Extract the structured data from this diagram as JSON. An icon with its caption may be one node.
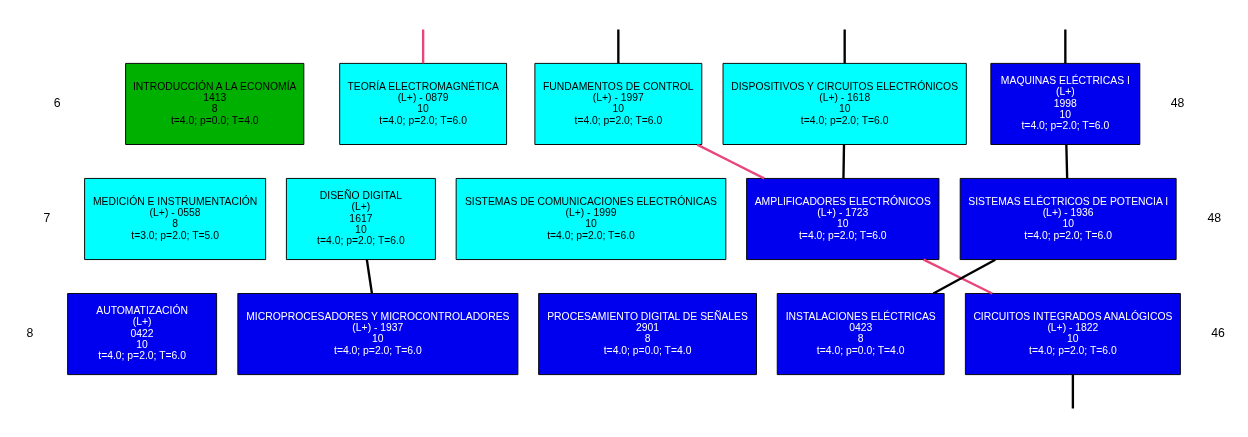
{
  "diagram": {
    "nodes": [
      {
        "text": [
          "INTRODUCCIÓN A LA ECONOMÍA",
          "1413",
          "8",
          "t=4.0; p=0.0; T=4.0"
        ]
      },
      {
        "text": [
          "TEORÍA ELECTROMAGNÉTICA",
          "(L+) - 0879",
          "10",
          "t=4.0; p=2.0; T=6.0"
        ]
      },
      {
        "text": [
          "FUNDAMENTOS DE CONTROL",
          "(L+) - 1997",
          "10",
          "t=4.0; p=2.0; T=6.0"
        ]
      },
      {
        "text": [
          "DISPOSITIVOS Y CIRCUITOS ELECTRÓNICOS",
          "(L+) - 1618",
          "10",
          "t=4.0; p=2.0; T=6.0"
        ]
      },
      {
        "text": [
          "MAQUINAS ELÉCTRICAS I",
          "(L+)",
          "1998",
          "10",
          "t=4.0; p=2.0; T=6.0"
        ]
      },
      {
        "text": [
          "MEDICIÓN E INSTRUMENTACIÓN",
          "(L+) - 0558",
          "8",
          "t=3.0; p=2.0; T=5.0"
        ]
      },
      {
        "text": [
          "DISEÑO DIGITAL",
          "(L+)",
          "1617",
          "10",
          "t=4.0; p=2.0; T=6.0"
        ]
      },
      {
        "text": [
          "SISTEMAS DE COMUNICACIONES ELECTRÓNICAS",
          "(L+) - 1999",
          "10",
          "t=4.0; p=2.0; T=6.0"
        ]
      },
      {
        "text": [
          "AMPLIFICADORES ELECTRÓNICOS",
          "(L+) - 1723",
          "10",
          "t=4.0; p=2.0; T=6.0"
        ]
      },
      {
        "text": [
          "SISTEMAS ELÉCTRICOS DE POTENCIA I",
          "(L+) - 1936",
          "10",
          "t=4.0; p=2.0; T=6.0"
        ]
      },
      {
        "text": [
          "AUTOMATIZACIÓN",
          "(L+)",
          "0422",
          "10",
          "t=4.0; p=2.0; T=6.0"
        ]
      },
      {
        "text": [
          "MICROPROCESADORES Y MICROCONTROLADORES",
          "(L+) - 1937",
          "10",
          "t=4.0; p=2.0; T=6.0"
        ]
      },
      {
        "text": [
          "PROCESAMIENTO DIGITAL DE SEÑALES",
          "2901",
          "8",
          "t=4.0; p=0.0; T=4.0"
        ]
      },
      {
        "text": [
          "INSTALACIONES ELÉCTRICAS",
          "0423",
          "8",
          "t=4.0; p=0.0; T=4.0"
        ]
      },
      {
        "text": [
          "CIRCUITOS INTEGRADOS ANALÓGICOS",
          "(L+) - 1822",
          "10",
          "t=4.0; p=2.0; T=6.0"
        ]
      }
    ],
    "edges": [
      {
        "from": null,
        "to": 1,
        "arrow": "none",
        "color": "#e8457a"
      },
      {
        "from": null,
        "to": 2,
        "arrow": "none"
      },
      {
        "from": null,
        "to": 3,
        "arrow": "none"
      },
      {
        "from": null,
        "to": 4,
        "arrow": "none"
      },
      {
        "from": 2,
        "to": 8,
        "arrow": "none",
        "color": "#e8457a"
      },
      {
        "from": 3,
        "to": 8,
        "arrow": "none"
      },
      {
        "from": 4,
        "to": 9,
        "arrow": "none"
      },
      {
        "from": 6,
        "to": 11,
        "arrow": "none"
      },
      {
        "from": 8,
        "to": 14,
        "arrow": "none",
        "color": "#e8457a"
      },
      {
        "from": 9,
        "to": 13,
        "arrow": "none"
      },
      {
        "from": 14,
        "to": null,
        "arrow": "none"
      }
    ],
    "labels": [
      "6",
      "48",
      "7",
      "48",
      "8",
      "46"
    ]
  }
}
